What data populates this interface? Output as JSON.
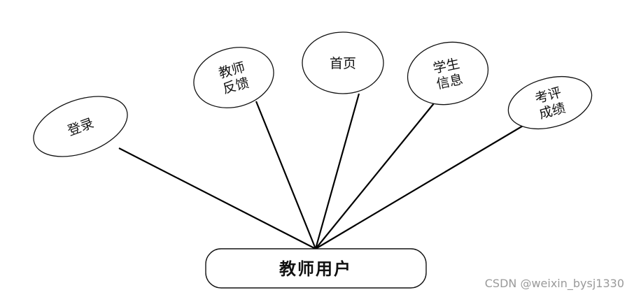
{
  "diagram": {
    "root": {
      "label": "教师用户"
    },
    "nodes": [
      {
        "id": "login",
        "lines": [
          "登录"
        ]
      },
      {
        "id": "teacher-feedback",
        "lines": [
          "教师",
          "反馈"
        ]
      },
      {
        "id": "home",
        "lines": [
          "首页"
        ]
      },
      {
        "id": "student-info",
        "lines": [
          "学生",
          "信息"
        ]
      },
      {
        "id": "evaluation-grades",
        "lines": [
          "考评",
          "成绩"
        ]
      }
    ]
  },
  "watermark": "CSDN @weixin_bysj1330"
}
